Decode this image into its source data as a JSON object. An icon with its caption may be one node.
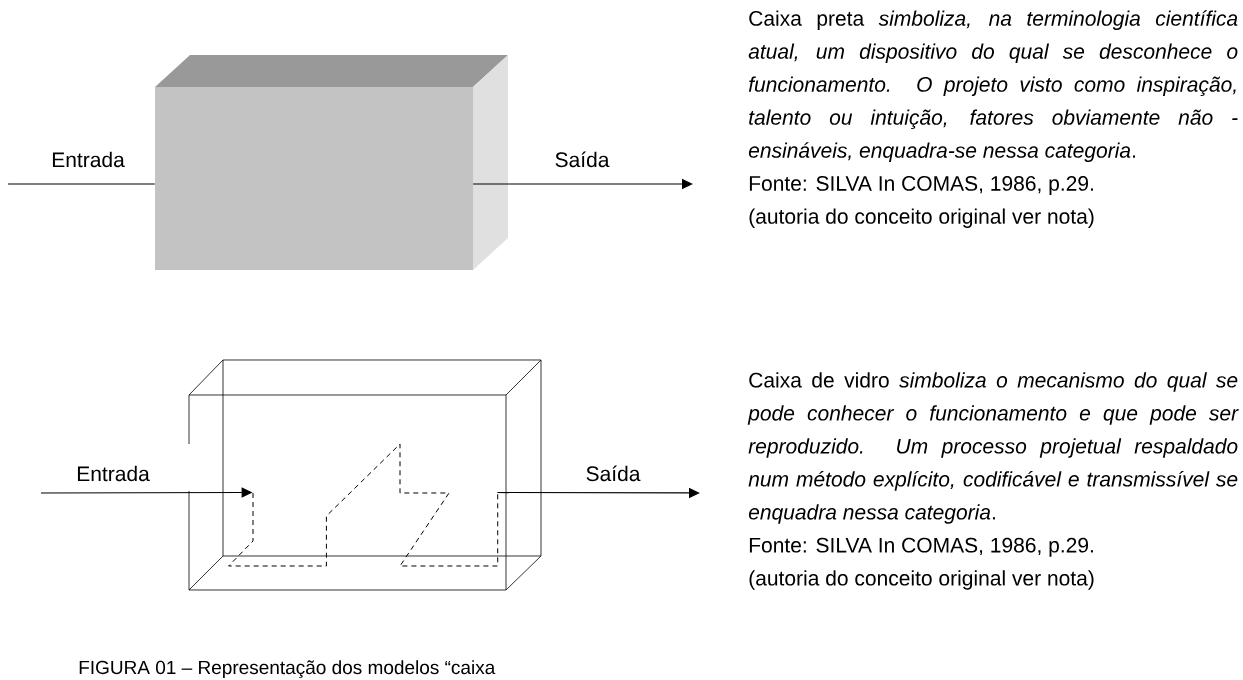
{
  "diagram": {
    "caption": "FIGURA 01 – Representação dos modelos “caixa",
    "nodes": [
      {
        "text": [],
        "shape": "box"
      },
      {
        "text": [],
        "shape": "box"
      }
    ],
    "edges": [
      {
        "from": null,
        "to": 0,
        "arrow": "none",
        "label": "Entrada"
      },
      {
        "from": 0,
        "to": null,
        "arrow": "to",
        "label": "Saída"
      },
      {
        "from": null,
        "to": 1,
        "arrow": "to",
        "label": "Entrada"
      },
      {
        "from": 1,
        "to": null,
        "arrow": "to",
        "label": "Saída"
      }
    ],
    "labels": [
      "Caixa preta *simboliza, na terminologia científica atual, um dispositivo do qual se desconhece o funcionamento. O projeto visto como inspiração, talento ou intuição, fatores obviamente não - ensináveis, enquadra-se nessa categoria*.",
      "Fonte: SILVA In COMAS, 1986, p.29.",
      "(autoria do conceito original ver nota)",
      "Caixa de vidro *simboliza o mecanismo do qual se pode conhecer o funcionamento e que pode ser reproduzido. Um processo projetual respaldado num método explícito, codificável e transmissível se enquadra nessa categoria*.",
      "Fonte: SILVA In COMAS, 1986, p.29.",
      "(autoria do conceito original ver nota)"
    ]
  }
}
